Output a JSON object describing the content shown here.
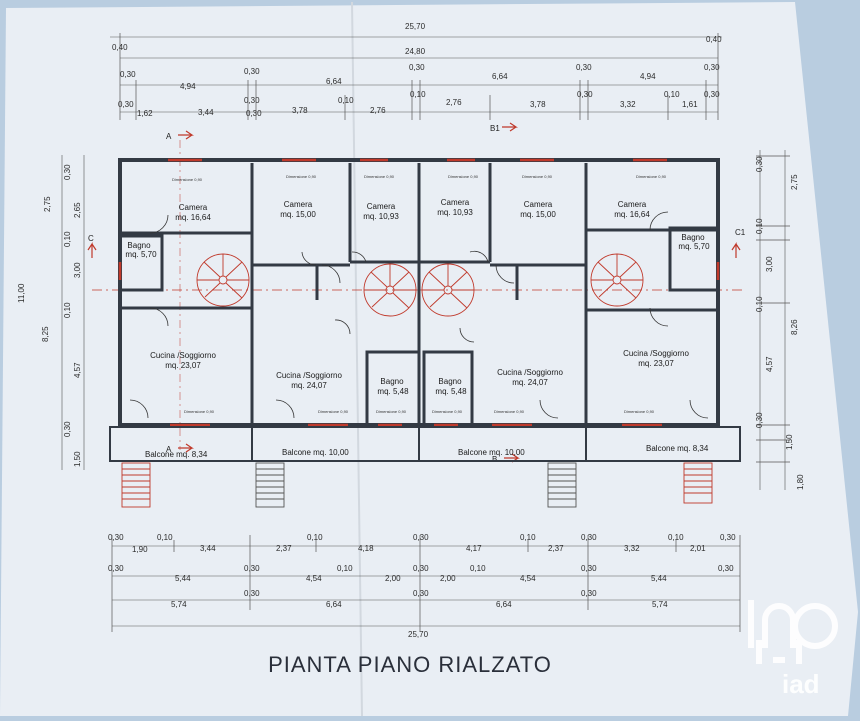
{
  "title": "PIANTA PIANO RIALZATO",
  "logo": {
    "name": "iad",
    "icon": "iad-logo"
  },
  "colors": {
    "paper": "#e9eef4",
    "background": "#b9cde0",
    "wall": "#333a44",
    "accent_red": "#c0392b"
  },
  "dims_top": {
    "total": "25,70",
    "outer_left": "0,40",
    "outer_right": "0,40",
    "inner_total": "24,80",
    "row3": [
      "0,30",
      "4,94",
      "0,30",
      "6,64",
      "0,30",
      "6,64",
      "0,30",
      "4,94",
      "0,30"
    ],
    "row4": [
      "0,30",
      "0,30",
      "1,62",
      "3,44",
      "0,30",
      "3,78",
      "0,10",
      "2,76",
      "0,10",
      "2,76",
      "3,78",
      "0,30",
      "3,32",
      "0,10",
      "0,30",
      "1,61"
    ]
  },
  "dims_left": [
    "0,30",
    "2,75",
    "2,65",
    "0,10",
    "3,00",
    "11,00",
    "0,10",
    "8,25",
    "4,57",
    "0,30",
    "1,50"
  ],
  "dims_right": [
    "0,30",
    "2,75",
    "0,10",
    "3,00",
    "0,10",
    "8,26",
    "4,57",
    "0,30",
    "1,50",
    "1,80"
  ],
  "dims_bottom": {
    "row1": [
      "0,30",
      "1,90",
      "0,10",
      "3,44",
      "2,37",
      "0,10",
      "4,18",
      "0,30",
      "4,17",
      "0,10",
      "2,37",
      "0,30",
      "3,32",
      "0,10",
      "2,01",
      "0,30"
    ],
    "row2": [
      "0,30",
      "5,44",
      "0,30",
      "4,54",
      "0,10",
      "2,00",
      "0,30",
      "2,00",
      "0,10",
      "4,54",
      "0,30",
      "5,44",
      "0,30"
    ],
    "row3": [
      "5,74",
      "0,30",
      "6,64",
      "0,30",
      "6,64",
      "0,30",
      "5,74"
    ],
    "total": "25,70"
  },
  "sections": [
    "A",
    "A",
    "B1",
    "B",
    "C",
    "C1"
  ],
  "rooms": [
    {
      "name": "Camera",
      "area": "mq. 16,64"
    },
    {
      "name": "Camera",
      "area": "mq. 15,00"
    },
    {
      "name": "Camera",
      "area": "mq. 10,93"
    },
    {
      "name": "Camera",
      "area": "mq. 10,93"
    },
    {
      "name": "Camera",
      "area": "mq. 15,00"
    },
    {
      "name": "Camera",
      "area": "mq. 16,64"
    },
    {
      "name": "Bagno",
      "area": "mq. 5,70"
    },
    {
      "name": "Bagno",
      "area": "mq. 5,70"
    },
    {
      "name": "Cucina /Soggiorno",
      "area": "mq. 23,07"
    },
    {
      "name": "Cucina /Soggiorno",
      "area": "mq. 24,07"
    },
    {
      "name": "Bagno",
      "area": "mq. 5,48"
    },
    {
      "name": "Bagno",
      "area": "mq. 5,48"
    },
    {
      "name": "Cucina /Soggiorno",
      "area": "mq. 24,07"
    },
    {
      "name": "Cucina /Soggiorno",
      "area": "mq. 23,07"
    }
  ],
  "balconies": [
    "Balcone mq. 8,34",
    "Balcone mq. 10,00",
    "Balcone mq. 10,00",
    "Balcone mq. 8,34"
  ],
  "window_note": "Dimensione 0,90"
}
